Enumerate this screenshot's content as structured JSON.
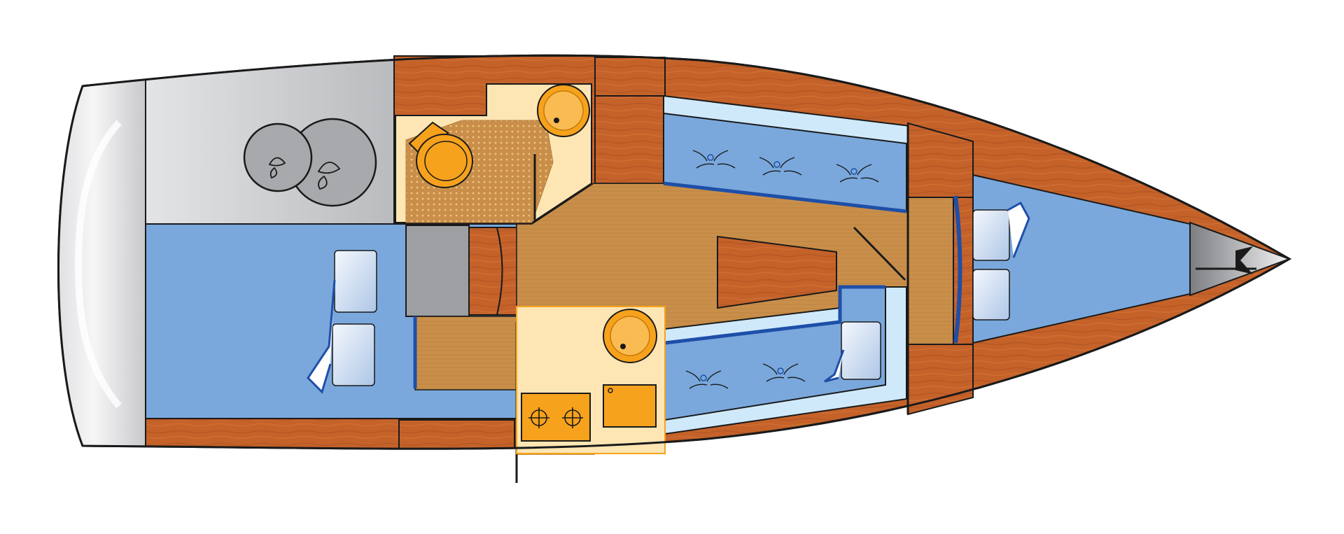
{
  "colors": {
    "background": "#ffffff",
    "outline": "#1a1a1a",
    "wood": "#c4622a",
    "wood_dark": "#a84f1f",
    "floor": "#c98f4a",
    "floor_dark": "#b07a3b",
    "cushion": "#7aa8dc",
    "cushion_edge": "#1e4fa8",
    "light_blue": "#cfe9fb",
    "cream": "#fde6b4",
    "orange": "#f7a21c",
    "orange_dark": "#c77a08",
    "grey_deck": "#c9cbce",
    "grey_block": "#9d9fa3",
    "helm": "#a7a9ac",
    "hull_white": "#ececee",
    "pillow": "#dde8f6",
    "bow_grey": "#8e9094"
  },
  "elements": [
    {
      "name": "stern-swim-platform",
      "kind": "fixture"
    },
    {
      "name": "cockpit-deck",
      "kind": "area"
    },
    {
      "name": "twin-helm-wheel",
      "kind": "fixture",
      "count": 2
    },
    {
      "name": "aft-cabin-double-berth",
      "kind": "berth"
    },
    {
      "name": "aft-pillow",
      "kind": "cushion",
      "count": 2
    },
    {
      "name": "head-compartment",
      "kind": "area"
    },
    {
      "name": "toilet-icon",
      "kind": "fixture"
    },
    {
      "name": "head-basin-icon",
      "kind": "fixture"
    },
    {
      "name": "companionway-steps",
      "kind": "fixture",
      "count": 3
    },
    {
      "name": "engine-box",
      "kind": "fixture"
    },
    {
      "name": "saloon-floor",
      "kind": "area"
    },
    {
      "name": "saloon-table",
      "kind": "fixture"
    },
    {
      "name": "starboard-settee",
      "kind": "berth"
    },
    {
      "name": "port-settee",
      "kind": "berth"
    },
    {
      "name": "galley",
      "kind": "area"
    },
    {
      "name": "galley-sink-icon",
      "kind": "fixture"
    },
    {
      "name": "stove-burner-icon",
      "kind": "fixture",
      "count": 2
    },
    {
      "name": "fridge-icon",
      "kind": "fixture"
    },
    {
      "name": "forward-cabin-v-berth",
      "kind": "berth"
    },
    {
      "name": "forward-pillow",
      "kind": "cushion",
      "count": 2
    },
    {
      "name": "bow-fitting",
      "kind": "fixture"
    }
  ]
}
